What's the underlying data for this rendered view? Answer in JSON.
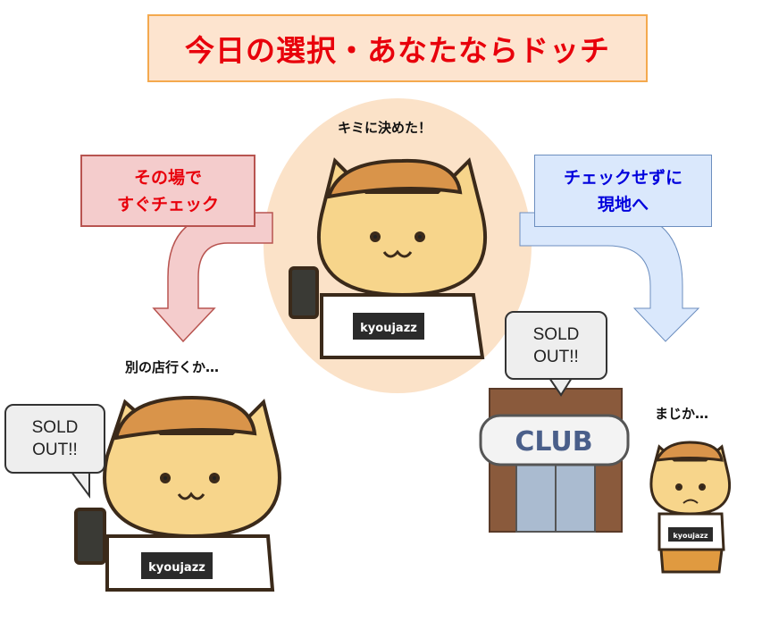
{
  "title": "今日の選択・あなたならドッチ",
  "center": {
    "caption": "キミに決めた！",
    "shirt": "kyoujazz"
  },
  "left": {
    "box_line1": "その場で",
    "box_line2": "すぐチェック",
    "caption": "別の店行くか…",
    "bubble_line1": "SOLD",
    "bubble_line2": "OUT!!",
    "shirt": "kyoujazz"
  },
  "right": {
    "box_line1": "チェックせずに",
    "box_line2": "現地へ",
    "caption": "まじか…",
    "bubble_line1": "SOLD",
    "bubble_line2": "OUT!!",
    "club_sign": "CLUB",
    "shirt": "kyoujazz"
  },
  "colors": {
    "title_text": "#e8000b",
    "title_bg": "#fde4cf",
    "left_box": "#f4cccc",
    "right_box": "#dae8fc",
    "ellipse": "#fbe2c8"
  }
}
